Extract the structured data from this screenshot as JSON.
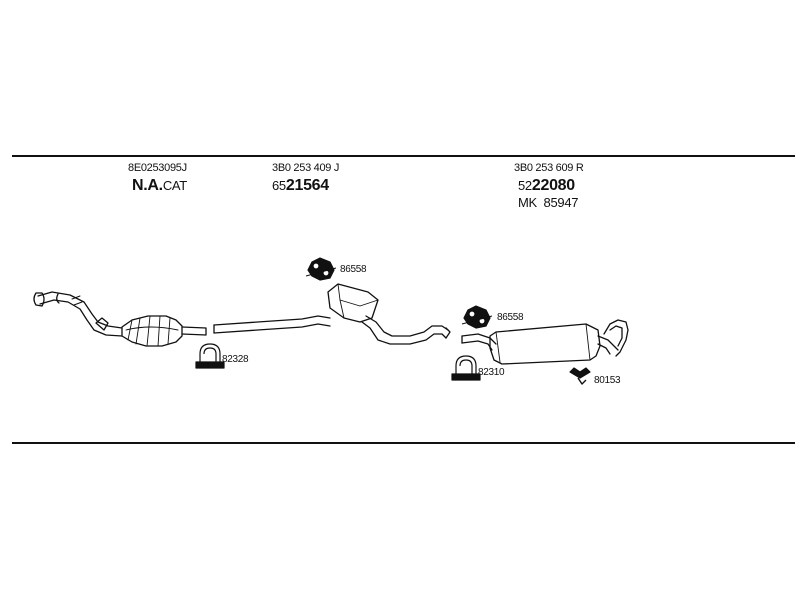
{
  "groups": [
    {
      "oe_number": "8E0253095J",
      "title_bold": "N.A.",
      "title_tail": "CAT"
    },
    {
      "oe_number": "3B0 253 409 J",
      "code_prefix": "65",
      "code_main": "21564"
    },
    {
      "oe_number": "3B0 253 609 R",
      "code_prefix": "52",
      "code_main": "22080",
      "kit_prefix": "MK",
      "kit_number": "85947"
    }
  ],
  "accessories": [
    {
      "part_number": "86558",
      "icon": "rubber-mount-icon"
    },
    {
      "part_number": "86558",
      "icon": "rubber-mount-icon"
    },
    {
      "part_number": "82328",
      "icon": "u-clamp-icon"
    },
    {
      "part_number": "82310",
      "icon": "u-clamp-icon"
    },
    {
      "part_number": "80153",
      "icon": "hanger-bracket-icon"
    }
  ],
  "colors": {
    "ink": "#111111",
    "paper": "#ffffff"
  }
}
